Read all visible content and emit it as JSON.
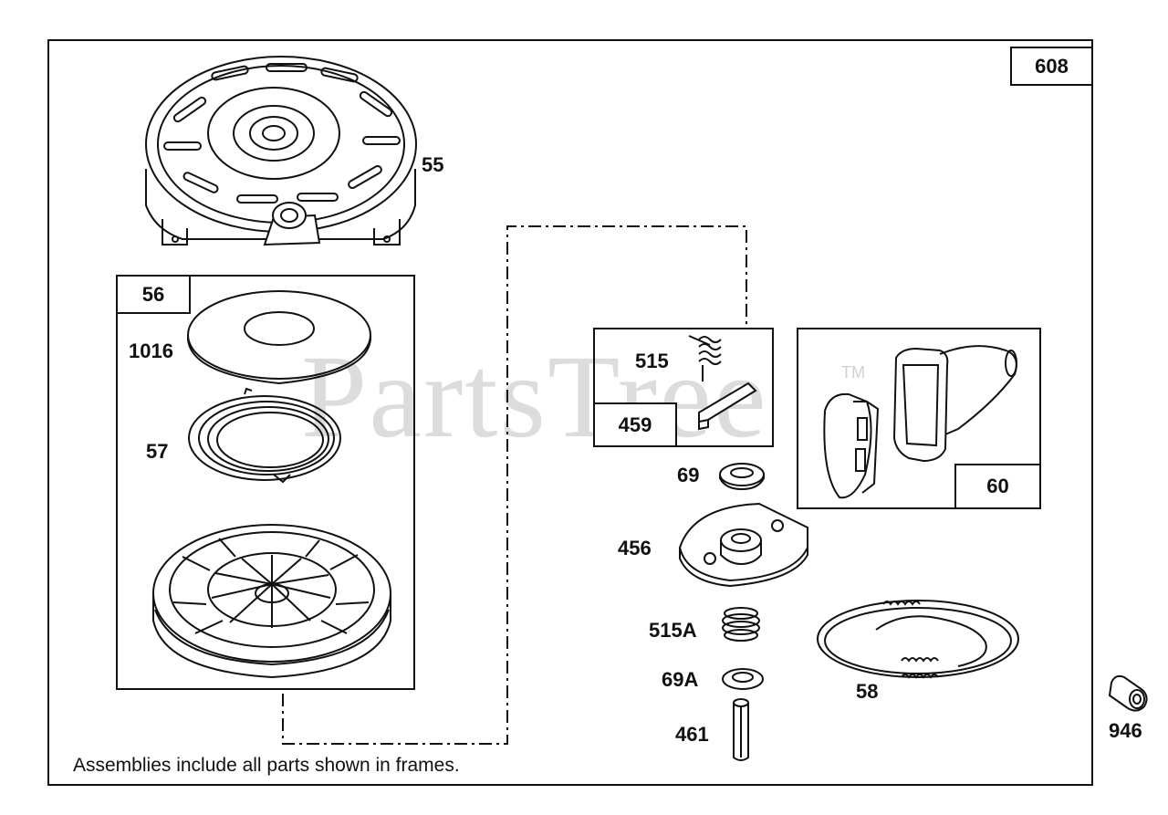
{
  "assembly_number": "608",
  "watermark": {
    "text": "PartsTree",
    "trademark": "TM"
  },
  "frames": {
    "pulley_assembly": "56",
    "pawl_assembly": "459",
    "handle_assembly": "60"
  },
  "parts": {
    "p55": "55",
    "p1016": "1016",
    "p57": "57",
    "p515": "515",
    "p69": "69",
    "p456": "456",
    "p515a": "515A",
    "p69a": "69A",
    "p461": "461",
    "p58": "58",
    "p946": "946"
  },
  "footnote": "Assemblies include all parts shown in frames."
}
